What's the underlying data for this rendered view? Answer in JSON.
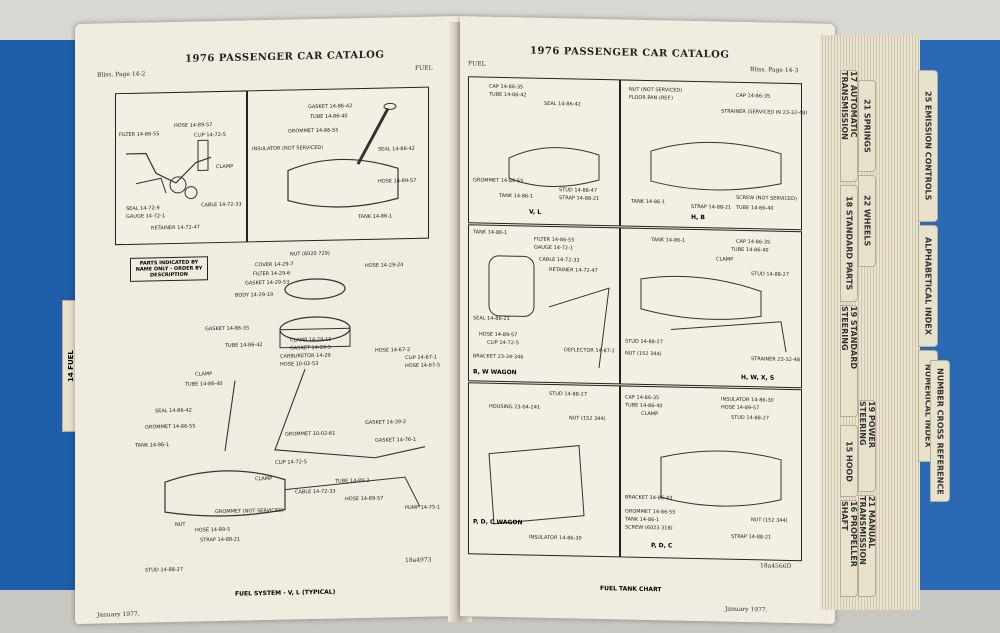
{
  "left_page": {
    "header": "1976 PASSENGER CAR CATALOG",
    "ref_left": "Bliss. Page 14-2",
    "ref_right": "FUEL",
    "top_labels": [
      "FILTER 14-86-55",
      "HOSE 14-89-57",
      "CLIP 14-72-5",
      "CLAMP",
      "SEAL 14-72-9",
      "GAUGE 14-72-1",
      "CABLE 14-72-33",
      "RETAINER 14-72-47"
    ],
    "tank_labels": [
      "GASKET 14-86-42",
      "TUBE 14-86-40",
      "GROMMET 14-86-55",
      "INSULATOR (NOT SERVICED)",
      "SEAL 14-86-42",
      "HOSE 14-89-57",
      "TANK 14-86-1"
    ],
    "note": "PARTS INDICATED BY NAME ONLY - ORDER BY DESCRIPTION",
    "main_labels": [
      "NUT (6020 729)",
      "COVER 14-29-7",
      "FILTER 14-29-6",
      "GASKET 14-29-53",
      "BODY 14-29-19",
      "HOSE 14-29-24",
      "GASKET 14-86-35",
      "TUBE 14-86-42",
      "CLAMP 14-29-15",
      "GASKET 14-29-5",
      "CARBURETOR 14-29",
      "HOSE 10-02-53",
      "HOSE 14-67-2",
      "CLIP 14-67-1",
      "HOSE 14-67-5",
      "CLAMP",
      "TUBE 14-86-40",
      "SEAL 14-86-42",
      "GROMMET 14-86-55",
      "GROMMET 10-02-61",
      "GASKET 14-39-2",
      "GASKET 14-76-1",
      "TANK 14-86-1",
      "CLIP 14-72-5",
      "CLAMP",
      "TUBE 14-89-2",
      "CABLE 14-72-33",
      "HOSE 14-89-57",
      "NUT",
      "GROMMET (NOT SERVICED)",
      "HOSE 14-89-5",
      "STRAP 14-88-21",
      "STUD 14-88-27",
      "PUMP 14-75-1"
    ],
    "fig": "18a4973",
    "caption": "FUEL SYSTEM - V, L (TYPICAL)",
    "date": "January 1977."
  },
  "right_page": {
    "header": "1976 PASSENGER CAR CATALOG",
    "ref_left": "FUEL",
    "ref_right": "Bliss. Page 14-3",
    "panels": [
      {
        "cap": "V, L",
        "labels": [
          "CAP 14-86-35",
          "TUBE 14-86-42",
          "SEAL 14-86-42",
          "GROMMET 14-86-55",
          "TANK 14-86-1",
          "STUD 14-88-47",
          "STRAP 14-88-21"
        ]
      },
      {
        "cap": "H, B",
        "labels": [
          "NUT (NOT SERVICED)",
          "FLOOR PAN (REF.)",
          "CAP 14-86-35",
          "STRAINER (SERVICED IN 23-32-48)",
          "TANK 14-86-1",
          "STRAP 14-88-21",
          "SCREW (NOT SERVICED)",
          "TUBE 14-86-40"
        ]
      },
      {
        "cap": "B, W WAGON",
        "labels": [
          "TANK 14-86-1",
          "FILTER 14-86-55",
          "GAUGE 14-72-1",
          "CABLE 14-72-33",
          "RETAINER 14-72-47",
          "SEAL 14-86-21",
          "HOSE 14-89-57",
          "CLIP 14-72-5",
          "DEFLECTOR 14-87-2",
          "BRACKET 23-34-346"
        ]
      },
      {
        "cap": "H, W, X, S",
        "labels": [
          "TANK 14-86-1",
          "CAP 14-86-35",
          "TUBE 14-86-40",
          "CLAMP",
          "STUD 14-88-27",
          "STUD 14-88-27",
          "NUT (152 344)",
          "STRAINER 23-32-48"
        ]
      },
      {
        "cap": "P, D, C WAGON",
        "labels": [
          "STUD 14-88-27",
          "HOUSING 23-04-241",
          "NUT (152 344)",
          "INSULATOR 14-86-30"
        ]
      },
      {
        "cap": "P, D, C",
        "labels": [
          "CAP 14-86-35",
          "TUBE 14-86-40",
          "CLAMP",
          "INSULATOR 14-86-30",
          "HOSE 14-89-57",
          "STUD 14-88-27",
          "BRACKET 14-86-43",
          "GROMMET 14-86-55",
          "TANK 14-86-1",
          "SCREW (6023 318)",
          "NUT (152 344)",
          "STRAP 14-88-21"
        ]
      }
    ],
    "fig": "18a4566D",
    "caption": "FUEL TANK CHART",
    "date": "January 1977."
  },
  "tabs": [
    "17 AUTOMATIC TRANSMISSION",
    "21 SPRINGS",
    "25 EMISSION CONTROLS",
    "18 STANDARD PARTS",
    "22 WHEELS",
    "ALPHABETICAL INDEX",
    "19 STANDARD STEERING",
    "NUMERICAL INDEX",
    "19 POWER STEERING",
    "NUMBER CROSS REFERENCE",
    "15 HOOD",
    "21 MANUAL TRANSMISSION",
    "16 PROPELLER SHAFT"
  ],
  "left_tab": "14 FUEL"
}
